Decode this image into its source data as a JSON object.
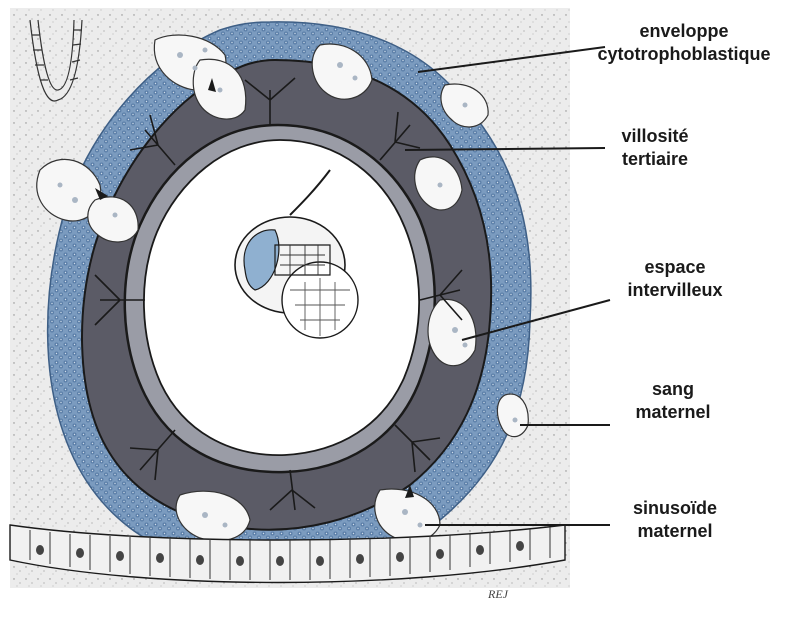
{
  "labels": {
    "enveloppe": {
      "line1": "enveloppe",
      "line2": "cytotrophoblastique"
    },
    "villosite": {
      "line1": "villosité",
      "line2": "tertiaire"
    },
    "espace": {
      "line1": "espace",
      "line2": "intervilleux"
    },
    "sang": {
      "line1": "sang",
      "line2": "maternel"
    },
    "sinusoide": {
      "line1": "sinusoïde",
      "line2": "maternel"
    }
  },
  "signature": "REJ",
  "colors": {
    "cytotrophoblast_blue": "#6f8fb3",
    "villous_core_dark": "#5b5b66",
    "decidua_background": "#ececec",
    "chorionic_cavity": "#ffffff",
    "line": "#1a1a1a"
  }
}
